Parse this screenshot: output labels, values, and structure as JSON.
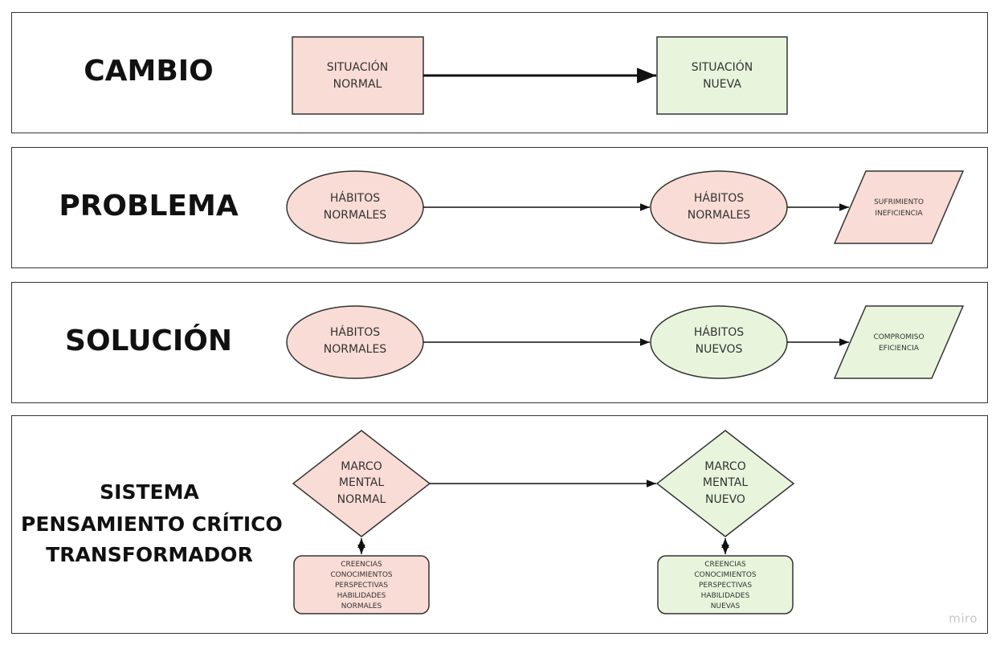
{
  "rows": {
    "cambio": {
      "title": "CAMBIO",
      "left": [
        "SITUACIÓN",
        "NORMAL"
      ],
      "right": [
        "SITUACIÓN",
        "NUEVA"
      ]
    },
    "problema": {
      "title": "PROBLEMA",
      "left": [
        "HÁBITOS",
        "NORMALES"
      ],
      "middle": [
        "HÁBITOS",
        "NORMALES"
      ],
      "result": [
        "SUFRIMIENTO",
        "INEFICIENCIA"
      ]
    },
    "solucion": {
      "title": "SOLUCIÓN",
      "left": [
        "HÁBITOS",
        "NORMALES"
      ],
      "middle": [
        "HÁBITOS",
        "NUEVOS"
      ],
      "result": [
        "COMPROMISO",
        "EFICIENCIA"
      ]
    },
    "sistema": {
      "title": [
        "SISTEMA",
        "PENSAMIENTO CRÍTICO",
        "TRANSFORMADOR"
      ],
      "left": [
        "MARCO",
        "MENTAL",
        "NORMAL"
      ],
      "right": [
        "MARCO",
        "MENTAL",
        "NUEVO"
      ],
      "left_box": [
        "CREENCIAS",
        "CONOCIMIENTOS",
        "PERSPECTIVAS",
        "HABILIDADES",
        "NORMALES"
      ],
      "right_box": [
        "CREENCIAS",
        "CONOCIMIENTOS",
        "PERSPECTIVAS",
        "HABILIDADES",
        "NUEVAS"
      ]
    }
  },
  "colors": {
    "pink": "#f9dcd5",
    "green": "#e8f5dc",
    "stroke": "#333333"
  },
  "watermark": "miro"
}
